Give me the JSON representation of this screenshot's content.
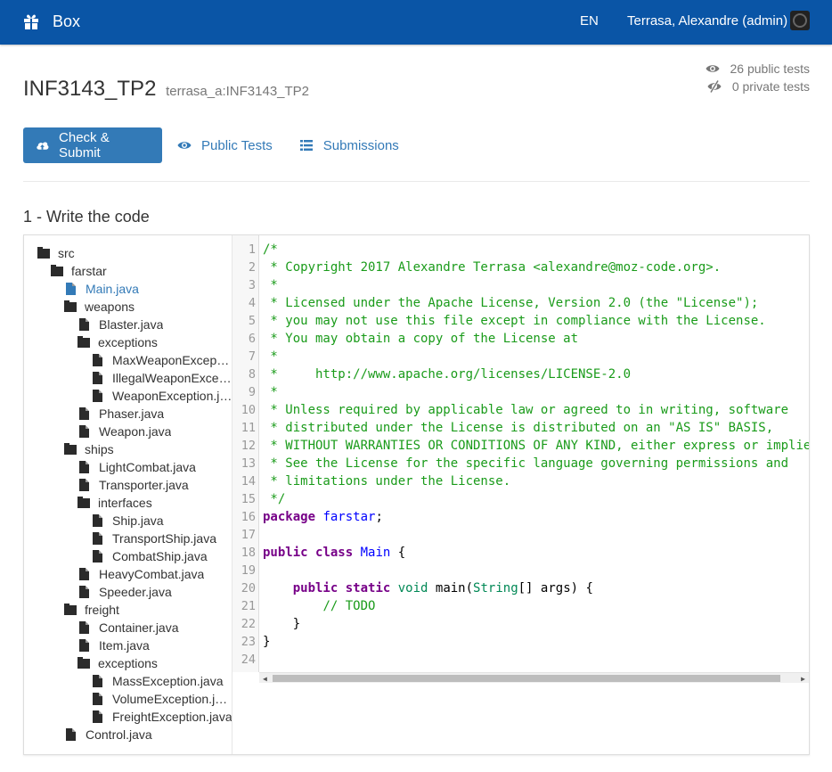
{
  "navbar": {
    "brand": "Box",
    "language": "EN",
    "user": "Terrasa, Alexandre (admin)"
  },
  "header": {
    "title": "INF3143_TP2",
    "subtitle": "terrasa_a:INF3143_TP2",
    "public_tests": "26 public tests",
    "private_tests": "0 private tests"
  },
  "tabs": [
    {
      "label": "Check & Submit",
      "icon": "upload-cloud-icon",
      "active": true
    },
    {
      "label": "Public Tests",
      "icon": "eye-icon",
      "active": false
    },
    {
      "label": "Submissions",
      "icon": "list-icon",
      "active": false
    }
  ],
  "section_title": "1 - Write the code",
  "file_tree": [
    {
      "label": "src",
      "type": "folder",
      "depth": 0
    },
    {
      "label": "farstar",
      "type": "folder",
      "depth": 1
    },
    {
      "label": "Main.java",
      "type": "file",
      "depth": 2,
      "active": true
    },
    {
      "label": "weapons",
      "type": "folder",
      "depth": 2
    },
    {
      "label": "Blaster.java",
      "type": "file",
      "depth": 3
    },
    {
      "label": "exceptions",
      "type": "folder",
      "depth": 3
    },
    {
      "label": "MaxWeaponExcep…",
      "type": "file",
      "depth": 4
    },
    {
      "label": "IllegalWeaponExce…",
      "type": "file",
      "depth": 4
    },
    {
      "label": "WeaponException.j…",
      "type": "file",
      "depth": 4
    },
    {
      "label": "Phaser.java",
      "type": "file",
      "depth": 3
    },
    {
      "label": "Weapon.java",
      "type": "file",
      "depth": 3
    },
    {
      "label": "ships",
      "type": "folder",
      "depth": 2
    },
    {
      "label": "LightCombat.java",
      "type": "file",
      "depth": 3
    },
    {
      "label": "Transporter.java",
      "type": "file",
      "depth": 3
    },
    {
      "label": "interfaces",
      "type": "folder",
      "depth": 3
    },
    {
      "label": "Ship.java",
      "type": "file",
      "depth": 4
    },
    {
      "label": "TransportShip.java",
      "type": "file",
      "depth": 4
    },
    {
      "label": "CombatShip.java",
      "type": "file",
      "depth": 4
    },
    {
      "label": "HeavyCombat.java",
      "type": "file",
      "depth": 3
    },
    {
      "label": "Speeder.java",
      "type": "file",
      "depth": 3
    },
    {
      "label": "freight",
      "type": "folder",
      "depth": 2
    },
    {
      "label": "Container.java",
      "type": "file",
      "depth": 3
    },
    {
      "label": "Item.java",
      "type": "file",
      "depth": 3
    },
    {
      "label": "exceptions",
      "type": "folder",
      "depth": 3
    },
    {
      "label": "MassException.java",
      "type": "file",
      "depth": 4
    },
    {
      "label": "VolumeException.j…",
      "type": "file",
      "depth": 4
    },
    {
      "label": "FreightException.java",
      "type": "file",
      "depth": 4
    },
    {
      "label": "Control.java",
      "type": "file",
      "depth": 2
    }
  ],
  "code_lines": [
    [
      [
        "cm",
        "/*"
      ]
    ],
    [
      [
        "cm",
        " * Copyright 2017 Alexandre Terrasa <alexandre@moz-code.org>."
      ]
    ],
    [
      [
        "cm",
        " *"
      ]
    ],
    [
      [
        "cm",
        " * Licensed under the Apache License, Version 2.0 (the \"License\");"
      ]
    ],
    [
      [
        "cm",
        " * you may not use this file except in compliance with the License."
      ]
    ],
    [
      [
        "cm",
        " * You may obtain a copy of the License at"
      ]
    ],
    [
      [
        "cm",
        " *"
      ]
    ],
    [
      [
        "cm",
        " *     http://www.apache.org/licenses/LICENSE-2.0"
      ]
    ],
    [
      [
        "cm",
        " *"
      ]
    ],
    [
      [
        "cm",
        " * Unless required by applicable law or agreed to in writing, software"
      ]
    ],
    [
      [
        "cm",
        " * distributed under the License is distributed on an \"AS IS\" BASIS,"
      ]
    ],
    [
      [
        "cm",
        " * WITHOUT WARRANTIES OR CONDITIONS OF ANY KIND, either express or implie"
      ]
    ],
    [
      [
        "cm",
        " * See the License for the specific language governing permissions and"
      ]
    ],
    [
      [
        "cm",
        " * limitations under the License."
      ]
    ],
    [
      [
        "cm",
        " */"
      ]
    ],
    [
      [
        "kw",
        "package"
      ],
      [
        "pl",
        " "
      ],
      [
        "df",
        "farstar"
      ],
      [
        "pl",
        ";"
      ]
    ],
    [],
    [
      [
        "kw",
        "public"
      ],
      [
        "pl",
        " "
      ],
      [
        "kw",
        "class"
      ],
      [
        "pl",
        " "
      ],
      [
        "df",
        "Main"
      ],
      [
        "pl",
        " {"
      ]
    ],
    [],
    [
      [
        "pl",
        "    "
      ],
      [
        "kw",
        "public"
      ],
      [
        "pl",
        " "
      ],
      [
        "kw",
        "static"
      ],
      [
        "pl",
        " "
      ],
      [
        "ty",
        "void"
      ],
      [
        "pl",
        " main("
      ],
      [
        "ty",
        "String"
      ],
      [
        "pl",
        "[] args) {"
      ]
    ],
    [
      [
        "pl",
        "        "
      ],
      [
        "cm",
        "// TODO"
      ]
    ],
    [
      [
        "pl",
        "    }"
      ]
    ],
    [
      [
        "pl",
        "}"
      ]
    ],
    []
  ],
  "colors": {
    "navbar": "#0a55a6",
    "primary": "#337ab7",
    "comment": "#1a9b1a",
    "keyword": "#770088",
    "definition": "#0000ff",
    "type": "#008855"
  }
}
